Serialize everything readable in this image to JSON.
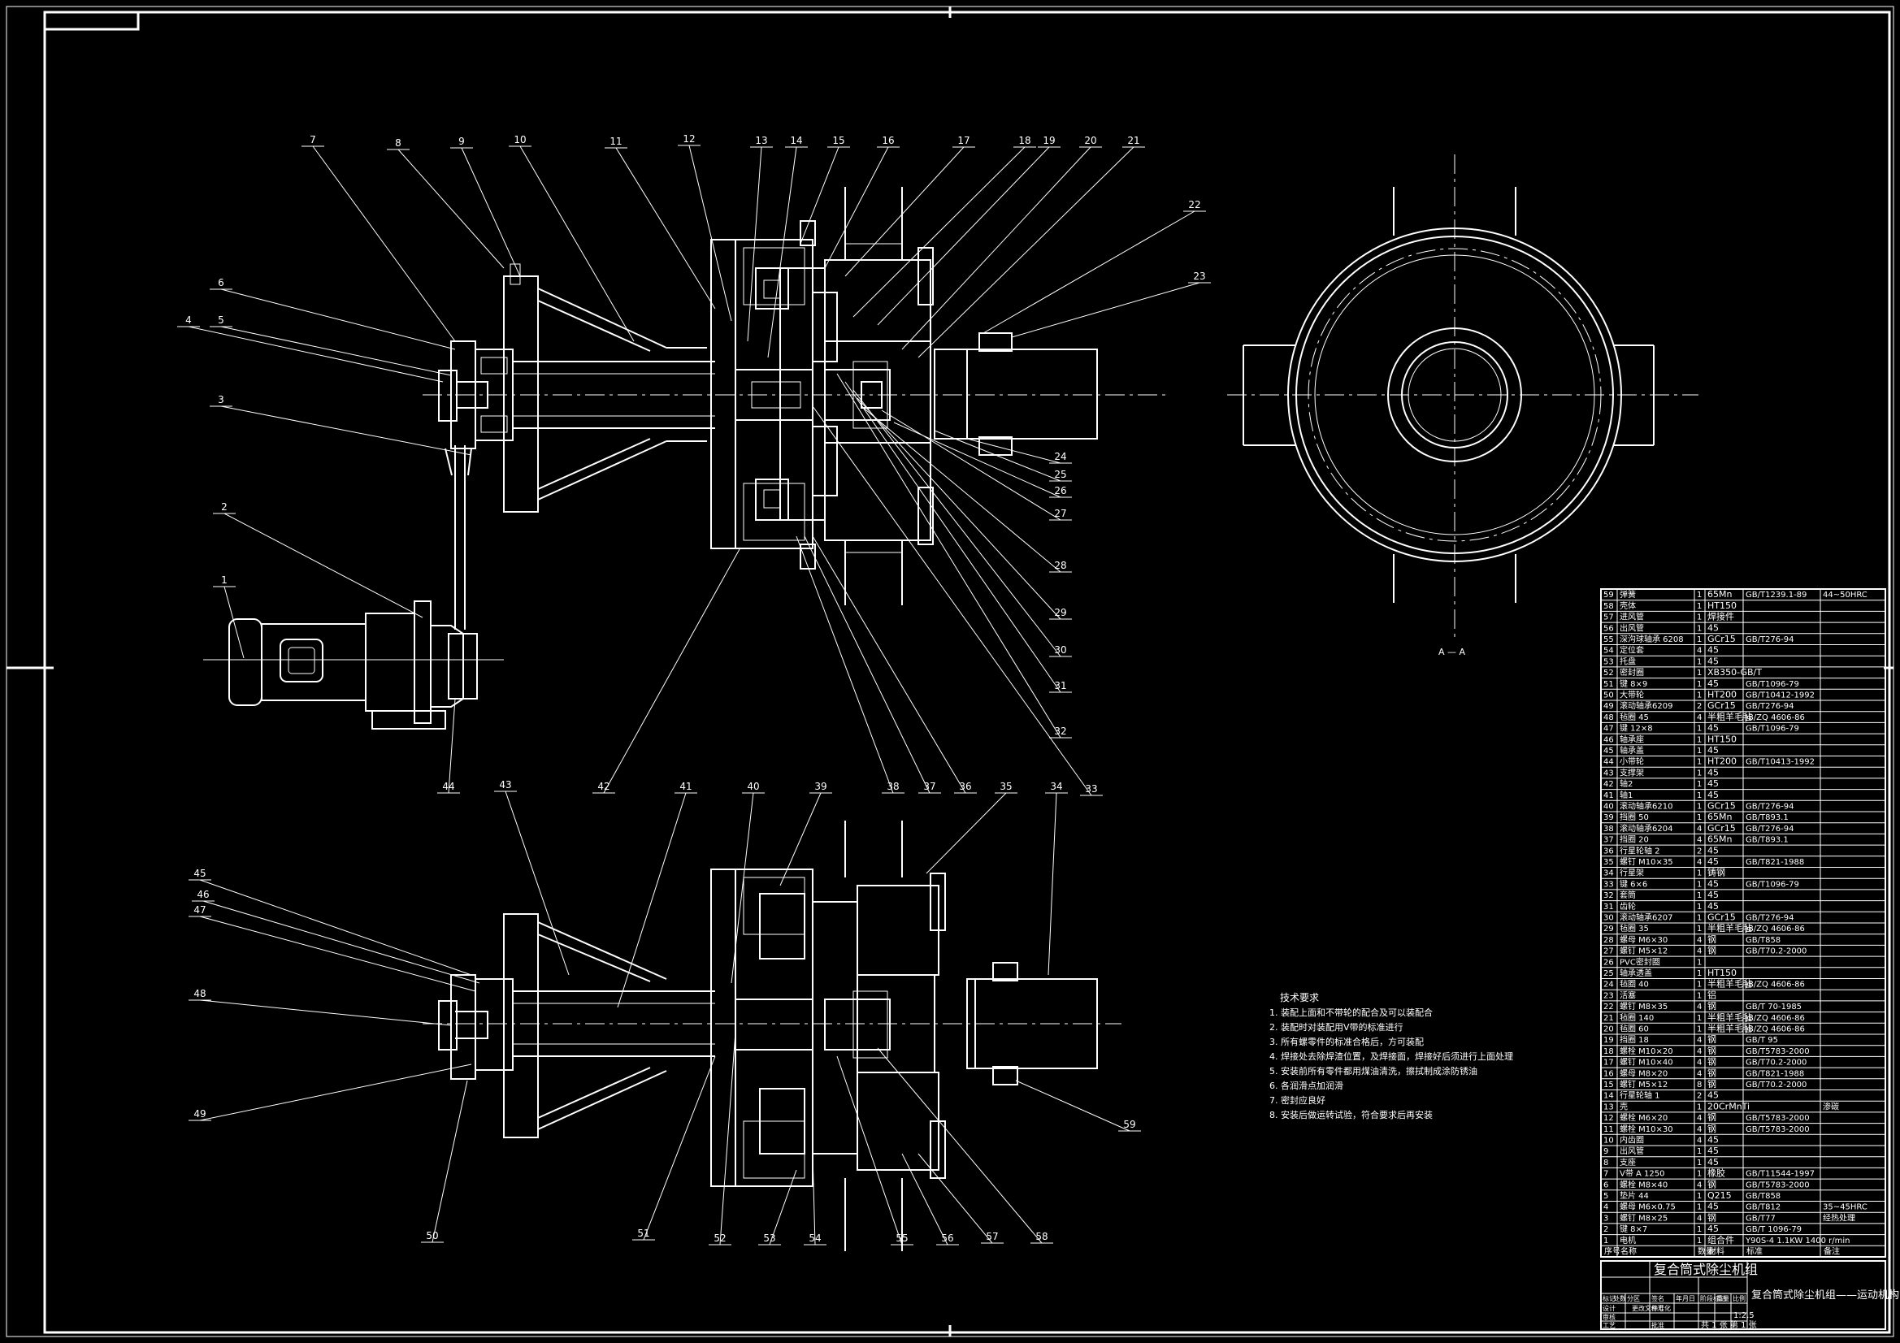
{
  "drawing": {
    "section_marker": "A — A",
    "balloons_top_row": [
      "7",
      "8",
      "9",
      "10",
      "11",
      "12",
      "13",
      "14",
      "15",
      "16",
      "17",
      "18",
      "19",
      "20",
      "21"
    ],
    "balloons_left": [
      "6",
      "4",
      "5",
      "3",
      "2",
      "1"
    ],
    "balloons_right": [
      "22",
      "23",
      "24",
      "25",
      "26",
      "27",
      "28",
      "29",
      "30",
      "31",
      "32",
      "33"
    ],
    "balloons_mid_row": [
      "44",
      "43",
      "42",
      "41",
      "40",
      "39",
      "38",
      "37",
      "36",
      "35",
      "34"
    ],
    "balloons_lower_left": [
      "45",
      "46",
      "47",
      "48",
      "49",
      "50"
    ],
    "balloons_bottom_row": [
      "51",
      "52",
      "53",
      "54",
      "55",
      "56",
      "57",
      "58",
      "59"
    ],
    "tech_requirements": {
      "title": "技术要求",
      "items": [
        "1. 装配上面和不带轮的配合及可以装配合",
        "2. 装配时对装配用V带的标准进行",
        "3. 所有螺零件的标准合格后，方可装配",
        "4. 焊接处去除焊渣位置，及焊接面，焊接好后须进行上面处理",
        "5. 安装前所有零件都用煤油清洗，擦拭制成涂防锈油",
        "6. 各润滑点加润滑",
        "7. 密封应良好",
        "8. 安装后做运转试验，符合要求后再安装"
      ]
    }
  },
  "bom": {
    "rows": [
      {
        "no": "59",
        "name": "弹簧",
        "qty": "1",
        "material": "65Mn",
        "std": "GB/T1239.1-89",
        "note": "44~50HRC"
      },
      {
        "no": "58",
        "name": "壳体",
        "qty": "1",
        "material": "HT150",
        "std": "",
        "note": ""
      },
      {
        "no": "57",
        "name": "进风管",
        "qty": "1",
        "material": "焊接件",
        "std": "",
        "note": ""
      },
      {
        "no": "56",
        "name": "出风管",
        "qty": "1",
        "material": "45",
        "std": "",
        "note": ""
      },
      {
        "no": "55",
        "name": "深沟球轴承 6208",
        "qty": "1",
        "material": "GCr15",
        "std": "GB/T276-94",
        "note": ""
      },
      {
        "no": "54",
        "name": "定位套",
        "qty": "4",
        "material": "45",
        "std": "",
        "note": ""
      },
      {
        "no": "53",
        "name": "托盘",
        "qty": "1",
        "material": "45",
        "std": "",
        "note": ""
      },
      {
        "no": "52",
        "name": "密封圈",
        "qty": "1",
        "material": "XB350-GB/T",
        "std": "",
        "note": ""
      },
      {
        "no": "51",
        "name": "键 8×9",
        "qty": "1",
        "material": "45",
        "std": "GB/T1096-79",
        "note": ""
      },
      {
        "no": "50",
        "name": "大带轮",
        "qty": "1",
        "material": "HT200",
        "std": "GB/T10412-1992",
        "note": ""
      },
      {
        "no": "49",
        "name": "滚动轴承6209",
        "qty": "2",
        "material": "GCr15",
        "std": "GB/T276-94",
        "note": ""
      },
      {
        "no": "48",
        "name": "毡圈 45",
        "qty": "4",
        "material": "半粗羊毛毡",
        "std": "JB/ZQ 4606-86",
        "note": ""
      },
      {
        "no": "47",
        "name": "键 12×8",
        "qty": "1",
        "material": "45",
        "std": "GB/T1096-79",
        "note": ""
      },
      {
        "no": "46",
        "name": "轴承座",
        "qty": "1",
        "material": "HT150",
        "std": "",
        "note": ""
      },
      {
        "no": "45",
        "name": "轴承盖",
        "qty": "1",
        "material": "45",
        "std": "",
        "note": ""
      },
      {
        "no": "44",
        "name": "小带轮",
        "qty": "1",
        "material": "HT200",
        "std": "GB/T10413-1992",
        "note": ""
      },
      {
        "no": "43",
        "name": "支撑架",
        "qty": "1",
        "material": "45",
        "std": "",
        "note": ""
      },
      {
        "no": "42",
        "name": "轴2",
        "qty": "1",
        "material": "45",
        "std": "",
        "note": ""
      },
      {
        "no": "41",
        "name": "轴1",
        "qty": "1",
        "material": "45",
        "std": "",
        "note": ""
      },
      {
        "no": "40",
        "name": "滚动轴承6210",
        "qty": "1",
        "material": "GCr15",
        "std": "GB/T276-94",
        "note": ""
      },
      {
        "no": "39",
        "name": "挡圈 50",
        "qty": "1",
        "material": "65Mn",
        "std": "GB/T893.1",
        "note": ""
      },
      {
        "no": "38",
        "name": "滚动轴承6204",
        "qty": "4",
        "material": "GCr15",
        "std": "GB/T276-94",
        "note": ""
      },
      {
        "no": "37",
        "name": "挡圈 20",
        "qty": "4",
        "material": "65Mn",
        "std": "GB/T893.1",
        "note": ""
      },
      {
        "no": "36",
        "name": "行星轮轴 2",
        "qty": "2",
        "material": "45",
        "std": "",
        "note": ""
      },
      {
        "no": "35",
        "name": "螺钉 M10×35",
        "qty": "4",
        "material": "45",
        "std": "GB/T821-1988",
        "note": ""
      },
      {
        "no": "34",
        "name": "行星架",
        "qty": "1",
        "material": "铸钢",
        "std": "",
        "note": ""
      },
      {
        "no": "33",
        "name": "键 6×6",
        "qty": "1",
        "material": "45",
        "std": "GB/T1096-79",
        "note": ""
      },
      {
        "no": "32",
        "name": "套筒",
        "qty": "1",
        "material": "45",
        "std": "",
        "note": ""
      },
      {
        "no": "31",
        "name": "齿轮",
        "qty": "1",
        "material": "45",
        "std": "",
        "note": ""
      },
      {
        "no": "30",
        "name": "滚动轴承6207",
        "qty": "1",
        "material": "GCr15",
        "std": "GB/T276-94",
        "note": ""
      },
      {
        "no": "29",
        "name": "毡圈 35",
        "qty": "1",
        "material": "半粗羊毛毡",
        "std": "JB/ZQ 4606-86",
        "note": ""
      },
      {
        "no": "28",
        "name": "螺母 M6×30",
        "qty": "4",
        "material": "钢",
        "std": "GB/T858",
        "note": ""
      },
      {
        "no": "27",
        "name": "螺钉 M5×12",
        "qty": "4",
        "material": "钢",
        "std": "GB/T70.2-2000",
        "note": ""
      },
      {
        "no": "26",
        "name": "PVC密封圈",
        "qty": "1",
        "material": "",
        "std": "",
        "note": ""
      },
      {
        "no": "25",
        "name": "轴承透盖",
        "qty": "1",
        "material": "HT150",
        "std": "",
        "note": ""
      },
      {
        "no": "24",
        "name": "毡圈 40",
        "qty": "1",
        "material": "半粗羊毛毡",
        "std": "JB/ZQ 4606-86",
        "note": ""
      },
      {
        "no": "23",
        "name": "活塞",
        "qty": "1",
        "material": "铝",
        "std": "",
        "note": ""
      },
      {
        "no": "22",
        "name": "螺钉 M8×35",
        "qty": "4",
        "material": "钢",
        "std": "GB/T 70-1985",
        "note": ""
      },
      {
        "no": "21",
        "name": "毡圈 140",
        "qty": "1",
        "material": "半粗羊毛毡",
        "std": "JB/ZQ 4606-86",
        "note": ""
      },
      {
        "no": "20",
        "name": "毡圈 60",
        "qty": "1",
        "material": "半粗羊毛毡",
        "std": "JB/ZQ 4606-86",
        "note": ""
      },
      {
        "no": "19",
        "name": "挡圈 18",
        "qty": "4",
        "material": "钢",
        "std": "GB/T 95",
        "note": ""
      },
      {
        "no": "18",
        "name": "螺栓 M10×20",
        "qty": "4",
        "material": "钢",
        "std": "GB/T5783-2000",
        "note": ""
      },
      {
        "no": "17",
        "name": "螺钉 M10×40",
        "qty": "4",
        "material": "钢",
        "std": "GB/T70.2-2000",
        "note": ""
      },
      {
        "no": "16",
        "name": "螺母 M8×20",
        "qty": "4",
        "material": "钢",
        "std": "GB/T821-1988",
        "note": ""
      },
      {
        "no": "15",
        "name": "螺钉 M5×12",
        "qty": "8",
        "material": "钢",
        "std": "GB/T70.2-2000",
        "note": ""
      },
      {
        "no": "14",
        "name": "行星轮轴 1",
        "qty": "2",
        "material": "45",
        "std": "",
        "note": ""
      },
      {
        "no": "13",
        "name": "壳",
        "qty": "1",
        "material": "20CrMnTi",
        "std": "",
        "note": "渗碳"
      },
      {
        "no": "12",
        "name": "螺栓 M6×20",
        "qty": "4",
        "material": "钢",
        "std": "GB/T5783-2000",
        "note": ""
      },
      {
        "no": "11",
        "name": "螺栓 M10×30",
        "qty": "4",
        "material": "钢",
        "std": "GB/T5783-2000",
        "note": ""
      },
      {
        "no": "10",
        "name": "内齿圈",
        "qty": "4",
        "material": "45",
        "std": "",
        "note": ""
      },
      {
        "no": "9",
        "name": "出风管",
        "qty": "1",
        "material": "45",
        "std": "",
        "note": ""
      },
      {
        "no": "8",
        "name": "支座",
        "qty": "1",
        "material": "45",
        "std": "",
        "note": ""
      },
      {
        "no": "7",
        "name": "V带 A 1250",
        "qty": "1",
        "material": "橡胶",
        "std": "GB/T11544-1997",
        "note": ""
      },
      {
        "no": "6",
        "name": "螺栓 M8×40",
        "qty": "4",
        "material": "钢",
        "std": "GB/T5783-2000",
        "note": ""
      },
      {
        "no": "5",
        "name": "垫片 44",
        "qty": "1",
        "material": "Q215",
        "std": "GB/T858",
        "note": ""
      },
      {
        "no": "4",
        "name": "螺母 M6×0.75",
        "qty": "1",
        "material": "45",
        "std": "GB/T812",
        "note": "35~45HRC"
      },
      {
        "no": "3",
        "name": "螺钉 M8×25",
        "qty": "4",
        "material": "钢",
        "std": "GB/T77",
        "note": "经热处理"
      },
      {
        "no": "2",
        "name": "键 8×7",
        "qty": "1",
        "material": "45",
        "std": "GB/T 1096-79",
        "note": ""
      },
      {
        "no": "1",
        "name": "电机",
        "qty": "1",
        "material": "组合件",
        "std": "Y90S-4 1.1KW 1400 r/min",
        "note": ""
      }
    ],
    "header": {
      "no": "序号",
      "name": "名称",
      "qty": "数量",
      "material": "材料",
      "std": "标准",
      "note": "备注"
    }
  },
  "title_block": {
    "drawing_title": "复合筒式除尘机组",
    "subtitle": "复合筒式除尘机组——运动机构",
    "labels": [
      "标记",
      "处数",
      "分区",
      "更改文件号",
      "签名",
      "年月日",
      "设计",
      "标准化",
      "审核",
      "工艺",
      "批准",
      "阶段标记",
      "重量",
      "比例"
    ],
    "scale": "1:2.5",
    "sheet": "共 1 张 第 1 张"
  }
}
